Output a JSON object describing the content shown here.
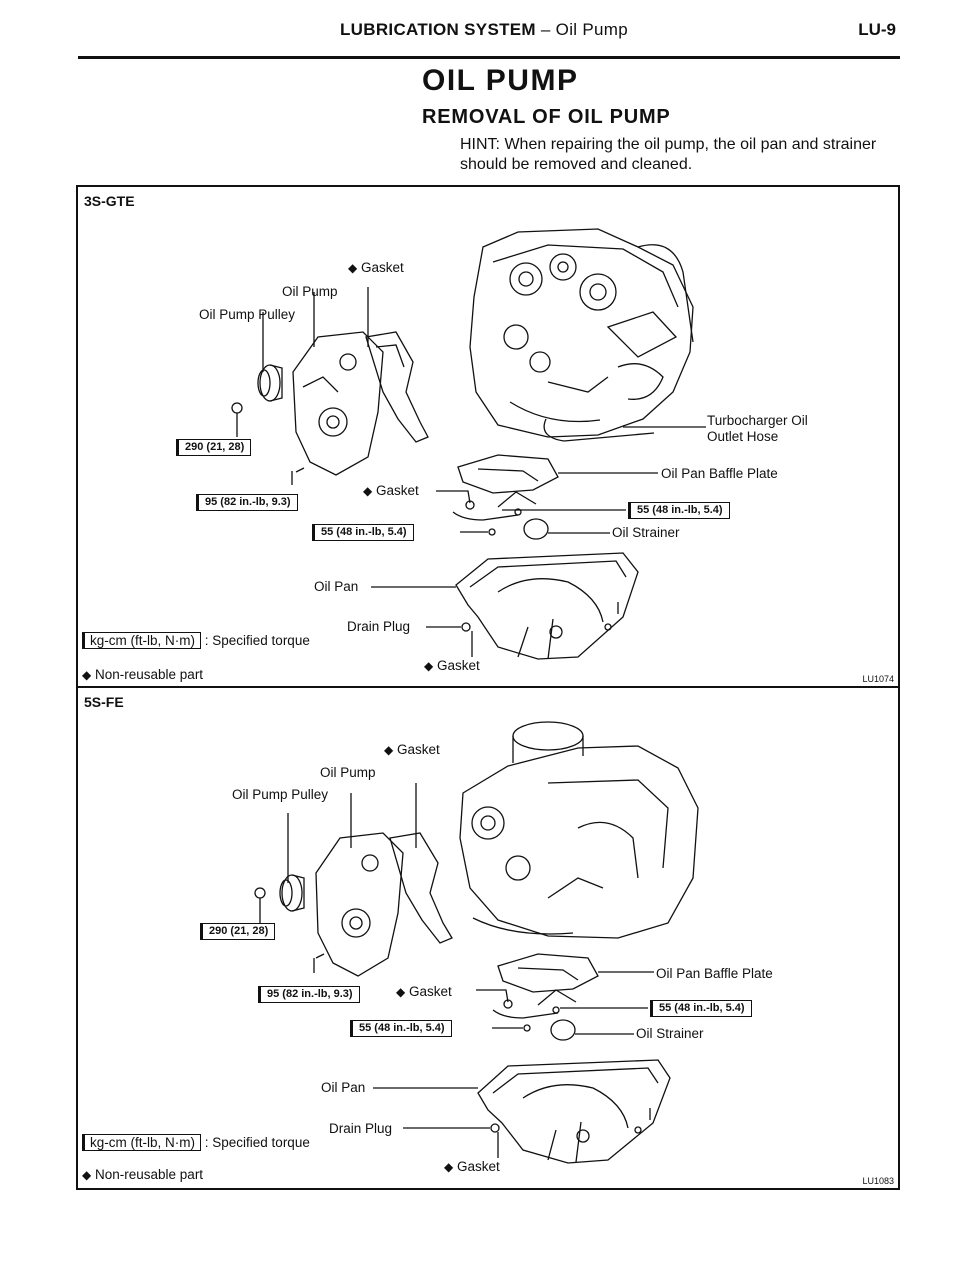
{
  "header": {
    "section_bold": "LUBRICATION SYSTEM",
    "section_rest": " – Oil Pump",
    "page_number": "LU-9"
  },
  "title": "OIL PUMP",
  "subtitle": "REMOVAL OF OIL PUMP",
  "hint": "HINT:  When repairing the oil pump, the oil pan and strainer should be removed and cleaned.",
  "panels": [
    {
      "engine": "3S-GTE",
      "figure_code": "LU1074",
      "labels": {
        "gasket_top": "Gasket",
        "oil_pump": "Oil Pump",
        "oil_pump_pulley": "Oil Pump Pulley",
        "turbo_hose_1": "Turbocharger Oil",
        "turbo_hose_2": "Outlet Hose",
        "baffle_plate": "Oil Pan Baffle Plate",
        "gasket_mid": "Gasket",
        "oil_strainer": "Oil Strainer",
        "oil_pan": "Oil Pan",
        "drain_plug": "Drain Plug",
        "gasket_bottom": "Gasket"
      },
      "torques": {
        "pulley": "290 (21, 28)",
        "pump_bolt": "95 (82 in.-lb, 9.3)",
        "strainer_left": "55 (48 in.-lb, 5.4)",
        "strainer_right": "55 (48 in.-lb, 5.4)"
      }
    },
    {
      "engine": "5S-FE",
      "figure_code": "LU1083",
      "labels": {
        "gasket_top": "Gasket",
        "oil_pump": "Oil Pump",
        "oil_pump_pulley": "Oil Pump Pulley",
        "baffle_plate": "Oil Pan Baffle Plate",
        "gasket_mid": "Gasket",
        "oil_strainer": "Oil Strainer",
        "oil_pan": "Oil Pan",
        "drain_plug": "Drain Plug",
        "gasket_bottom": "Gasket"
      },
      "torques": {
        "pulley": "290 (21, 28)",
        "pump_bolt": "95 (82 in.-lb, 9.3)",
        "strainer_left": "55 (48 in.-lb, 5.4)",
        "strainer_right": "55 (48 in.-lb, 5.4)"
      }
    }
  ],
  "legend": {
    "unit": "kg-cm (ft-lb, N·m)",
    "specified_torque": ": Specified torque",
    "non_reusable": "Non-reusable part"
  }
}
